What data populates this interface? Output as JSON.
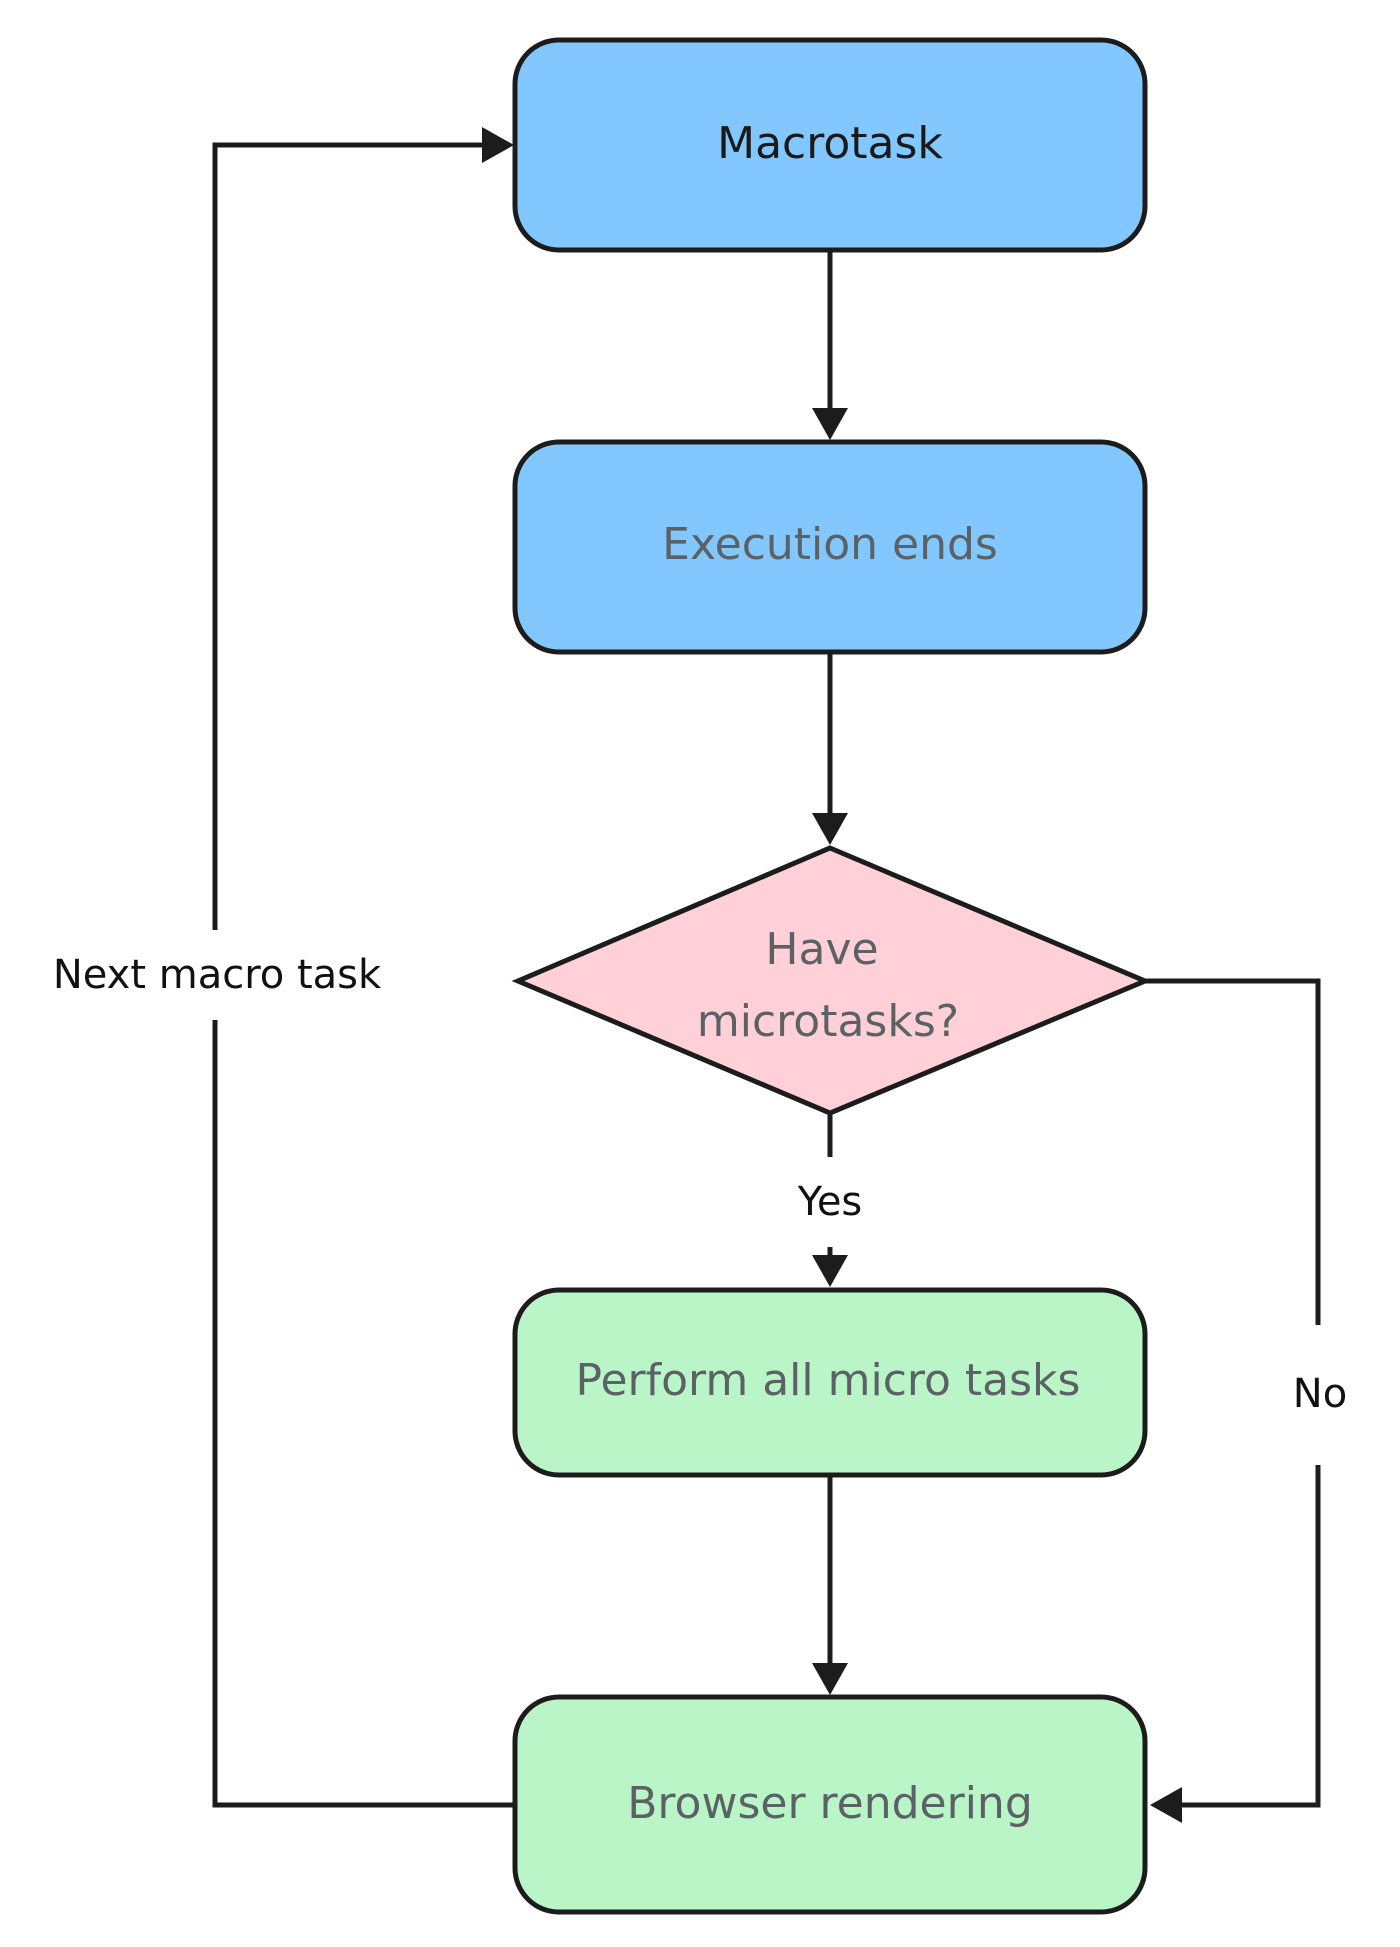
{
  "nodes": {
    "macrotask": {
      "label": "Macrotask",
      "fill": "#82C8FF",
      "text_color": "#1a1a1a"
    },
    "execution_ends": {
      "label": "Execution ends",
      "fill": "#82C8FF",
      "text_color": "#5c6166"
    },
    "decision": {
      "line1": "Have",
      "line2": "microtasks?",
      "fill": "#FFD0D8",
      "text_color": "#5c6166"
    },
    "perform_micro": {
      "label": "Perform all micro tasks",
      "fill": "#BAF5C8",
      "text_color": "#5c6166"
    },
    "browser_render": {
      "label": "Browser rendering",
      "fill": "#BAF5C8",
      "text_color": "#5c6166"
    }
  },
  "edges": {
    "yes_label": "Yes",
    "no_label": "No",
    "next_macro_label": "Next macro task"
  },
  "colors": {
    "stroke": "#1c1c1c",
    "background": "#ffffff"
  }
}
